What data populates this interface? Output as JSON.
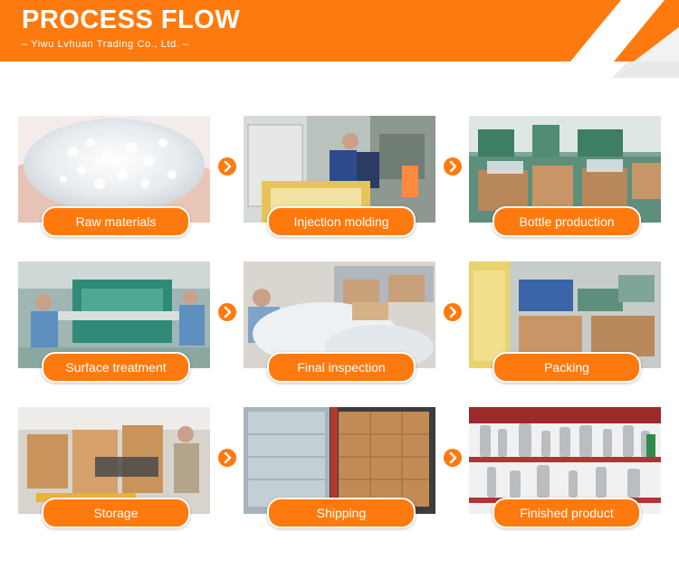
{
  "header": {
    "title": "PROCESS FLOW",
    "subtitle": "– Yiwu Lvhuan Trading Co., Ltd. –"
  },
  "colors": {
    "accent": "#ff7a0e",
    "background": "#ffffff"
  },
  "steps": [
    {
      "label": "Raw materials",
      "photo": "plastic-pellets-photo"
    },
    {
      "label": "Injection molding",
      "photo": "injection-molding-worker-photo"
    },
    {
      "label": "Bottle production",
      "photo": "bottle-factory-floor-photo"
    },
    {
      "label": "Surface treatment",
      "photo": "surface-treatment-machine-photo"
    },
    {
      "label": "Final inspection",
      "photo": "inspection-workers-photo"
    },
    {
      "label": "Packing",
      "photo": "packing-area-photo"
    },
    {
      "label": "Storage",
      "photo": "warehouse-storage-photo"
    },
    {
      "label": "Shipping",
      "photo": "container-shipping-photo"
    },
    {
      "label": "Finished product",
      "photo": "aluminum-bottles-photo"
    }
  ],
  "icons": {
    "arrow": "chevron-right-icon"
  }
}
